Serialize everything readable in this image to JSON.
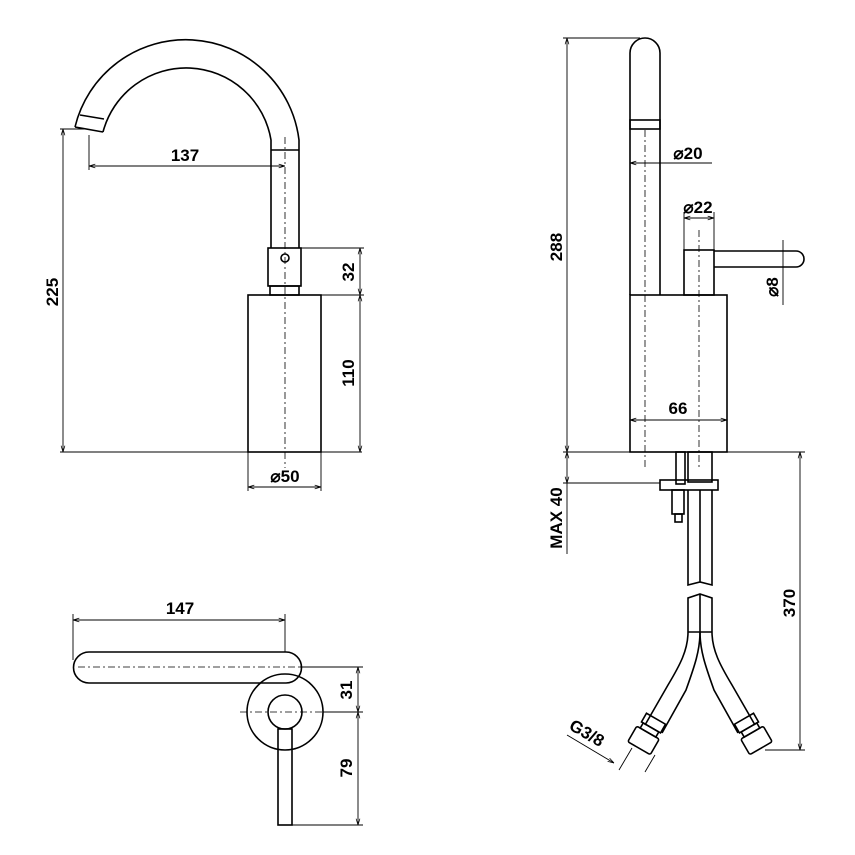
{
  "side_view": {
    "dim_reach": "137",
    "dim_height": "225",
    "dim_collar": "32",
    "dim_body": "110",
    "dim_body_diameter": "⌀50"
  },
  "front_view": {
    "dim_total_height": "288",
    "dim_spout_diameter": "⌀20",
    "dim_handle_diameter": "⌀22",
    "dim_lever_diameter": "⌀8",
    "dim_body_width": "66",
    "dim_max_thickness": "MAX 40",
    "dim_hose_length": "370",
    "dim_thread": "G3/8"
  },
  "top_view": {
    "dim_lever_length": "147",
    "dim_offset": "31",
    "dim_stem": "79"
  }
}
